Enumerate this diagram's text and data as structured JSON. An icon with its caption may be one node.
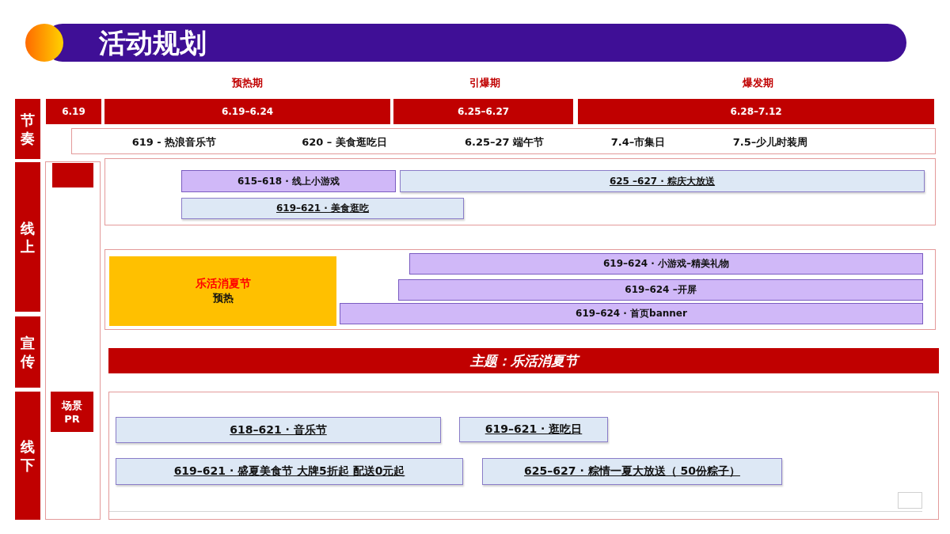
{
  "diagram": {
    "title": "活动规划",
    "nodes": [
      {
        "text": [
          "节奏"
        ]
      },
      {
        "text": [
          "6.19"
        ]
      },
      {
        "text": [
          "6.19–6.24"
        ]
      },
      {
        "text": [
          "6.25–6.27"
        ]
      },
      {
        "text": [
          "6.28–7.12"
        ]
      },
      {
        "text": [
          "619 - 热浪音乐节",
          "620 – 美食逛吃日",
          "6.25–27 端午节",
          "7.4–市集日",
          "7.5–少儿时装周"
        ]
      },
      {
        "text": [
          "线上"
        ]
      },
      {
        "text": [],
        "shape": "box"
      },
      {
        "text": [],
        "shape": "box",
        "in": 7
      },
      {
        "text": [],
        "shape": "box"
      },
      {
        "text": [
          "615–618 · 线上小游戏"
        ],
        "in": 9
      },
      {
        "text": [
          "625 –627 · 粽庆大放送"
        ],
        "in": 9
      },
      {
        "text": [
          "619–621 · 美食逛吃"
        ],
        "in": 9
      },
      {
        "text": [],
        "shape": "box"
      },
      {
        "text": [
          "乐活消夏节",
          "预热"
        ],
        "in": 13
      },
      {
        "text": [
          "619–624 · 小游戏–精美礼物"
        ],
        "in": 13
      },
      {
        "text": [
          "619–624 –开屏"
        ],
        "in": 13
      },
      {
        "text": [
          "619–624 · 首页banner"
        ],
        "in": 13
      },
      {
        "text": [
          "宣传"
        ]
      },
      {
        "text": [
          "主题：乐活消夏节"
        ]
      },
      {
        "text": [
          "线下"
        ]
      },
      {
        "text": [
          "场景PR"
        ],
        "in": 7
      },
      {
        "text": [],
        "shape": "box"
      },
      {
        "text": [
          "618–621 · 音乐节"
        ],
        "in": 22
      },
      {
        "text": [
          "619–621 · 逛吃日"
        ],
        "in": 22
      },
      {
        "text": [
          "619–621 · 盛夏美食节 大牌5折起 配送0元起"
        ],
        "in": 22
      },
      {
        "text": [
          "625–627 · 粽情一夏大放送（ 50份粽子）"
        ],
        "in": 22
      },
      {
        "text": [],
        "shape": "box",
        "in": 22
      }
    ],
    "labels": [
      "预热期",
      "引爆期",
      "爆发期"
    ]
  }
}
